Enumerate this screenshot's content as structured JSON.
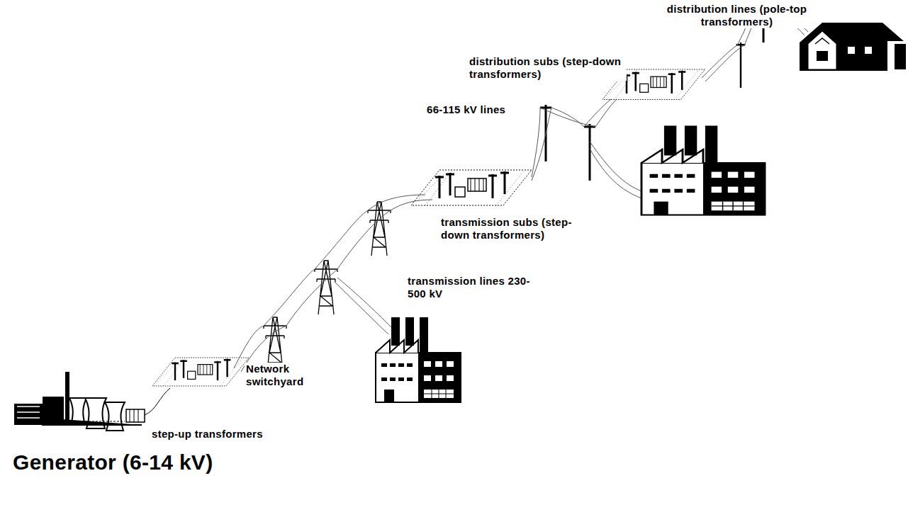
{
  "diagram": {
    "labels": [
      "distribution lines (pole-top transformers)",
      "distribution subs (step-down transformers)",
      "66-115 kV lines",
      "transmission subs (step-down transformers)",
      "transmission lines 230-500 kV",
      "Network switchyard",
      "step-up transformers",
      "Generator (6-14 kV)"
    ]
  }
}
